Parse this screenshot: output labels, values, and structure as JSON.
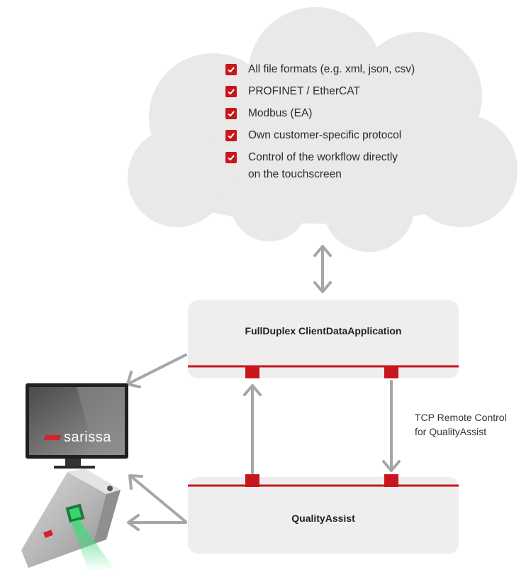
{
  "cloud": {
    "items": [
      {
        "label": "All file formats (e.g. xml, json, csv)"
      },
      {
        "label": "PROFINET / EtherCAT"
      },
      {
        "label": "Modbus (EA)"
      },
      {
        "label": "Own customer-specific protocol"
      },
      {
        "label": "Control of the workflow directly\non the touchscreen"
      }
    ]
  },
  "client_box": {
    "title": "FullDuplex ClientDataApplication"
  },
  "quality_box": {
    "title": "QualityAssist"
  },
  "tcp_label": "TCP Remote Control\nfor QualityAssist",
  "monitor": {
    "logo_text": "sarissa"
  },
  "colors": {
    "accent": "#c8161d",
    "arrow": "#a6a6a6",
    "box": "#eeeeee",
    "cloud": "#e9e9e9"
  },
  "icons": [
    "checkbox-checked-icon",
    "double-arrow-icon",
    "monitor-icon",
    "scanner-device-icon"
  ]
}
